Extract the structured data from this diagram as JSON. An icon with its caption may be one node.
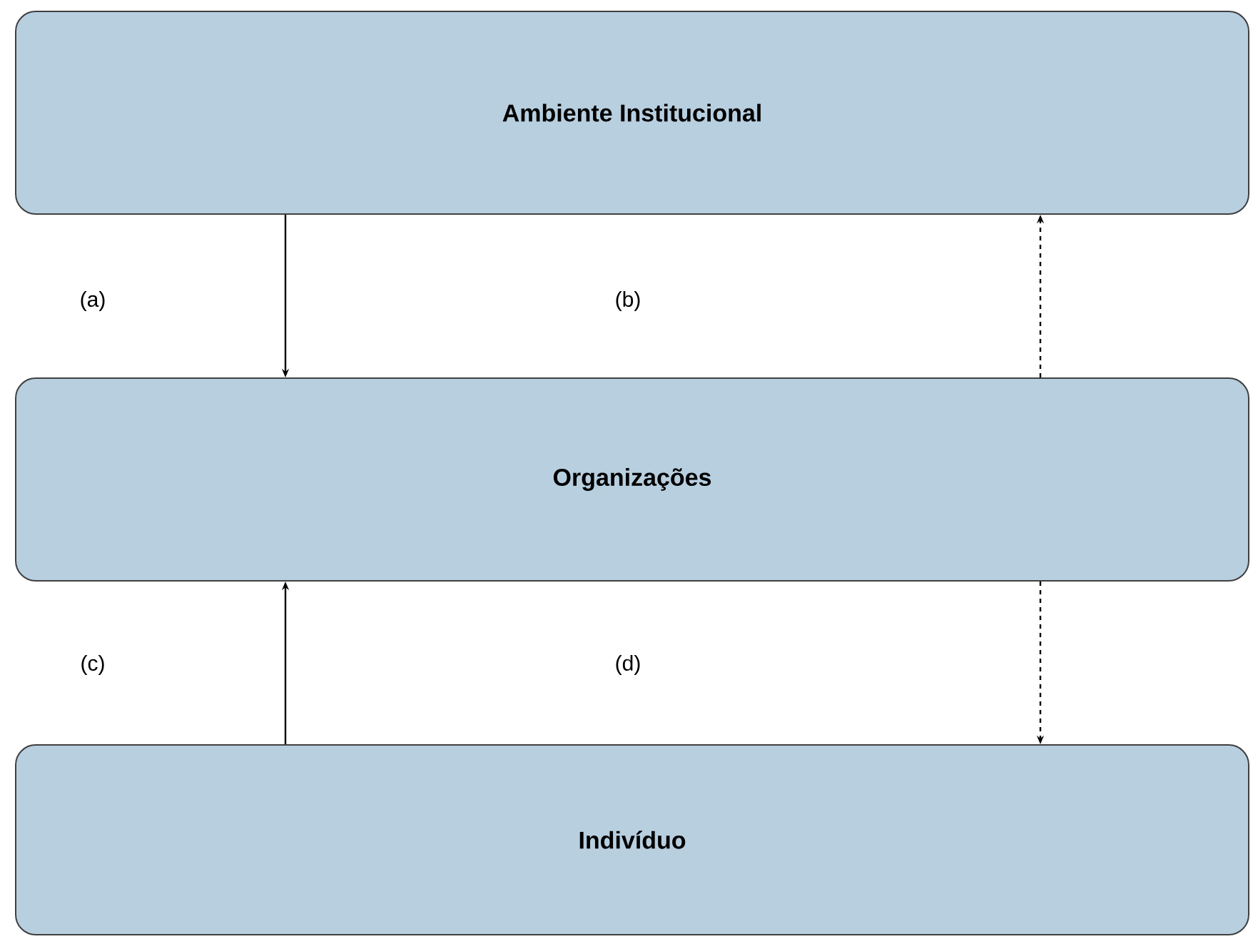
{
  "diagram": {
    "nodes": [
      {
        "text": [
          "Ambiente Institucional"
        ]
      },
      {
        "text": [
          "Organizações"
        ]
      },
      {
        "text": [
          "Indivíduo"
        ]
      }
    ],
    "edges": [
      {
        "from": 0,
        "to": 1,
        "arrow": "to"
      },
      {
        "from": 1,
        "to": 0,
        "arrow": "to",
        "style": "dashed"
      },
      {
        "from": 2,
        "to": 1,
        "arrow": "to"
      },
      {
        "from": 1,
        "to": 2,
        "arrow": "to",
        "style": "dashed"
      }
    ],
    "labels": [
      "(a)",
      "(b)",
      "(c)",
      "(d)"
    ]
  }
}
